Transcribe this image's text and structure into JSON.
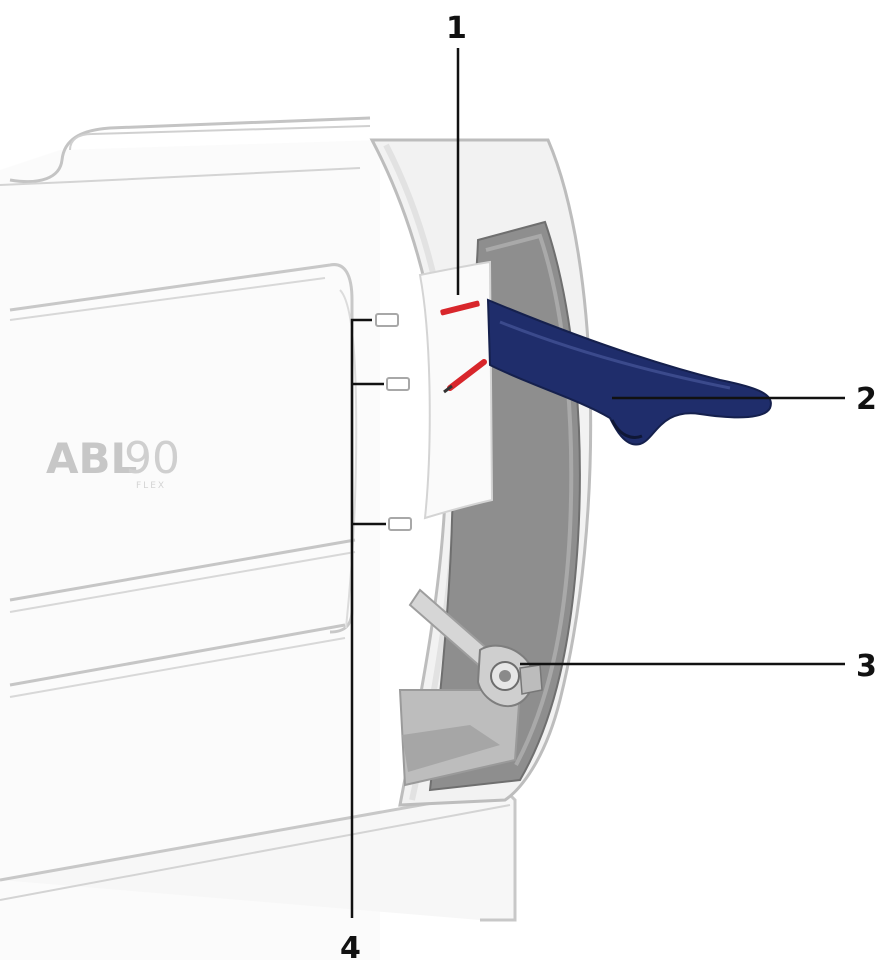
{
  "figure": {
    "device_brand": "ABL",
    "device_model": "90",
    "device_sub": "FLEX"
  },
  "callouts": [
    {
      "number": "1"
    },
    {
      "number": "2"
    },
    {
      "number": "3"
    },
    {
      "number": "4"
    }
  ],
  "colors": {
    "outline": "#bdbdbd",
    "housing": "#f4f4f4",
    "inlet_dark": "#7a7a7a",
    "inlet_mid": "#9a9a9a",
    "flap_navy": "#1f2d6b",
    "red_marker": "#d8262b",
    "leader_line": "#111111"
  }
}
